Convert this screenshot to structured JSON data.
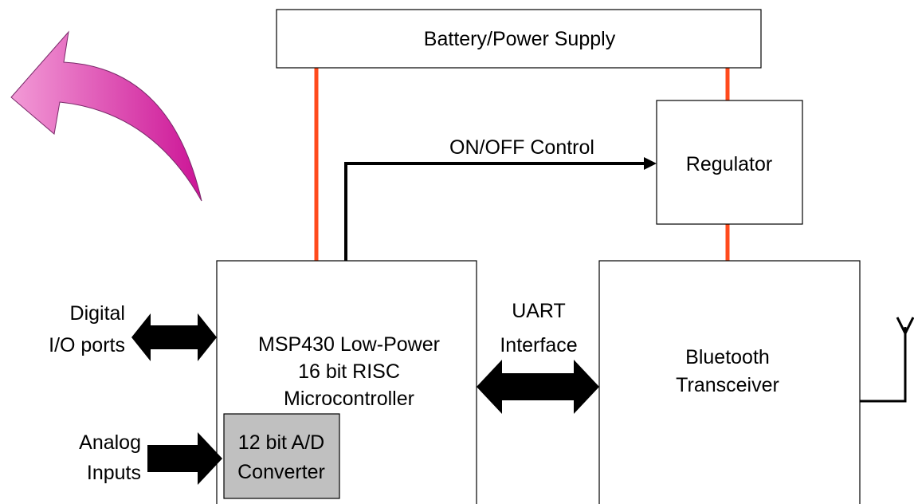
{
  "blocks": {
    "battery": "Battery/Power Supply",
    "regulator": "Regulator",
    "mcu": [
      "MSP430 Low-Power",
      "16 bit RISC",
      "Microcontroller"
    ],
    "adc": [
      "12 bit A/D",
      "Converter"
    ],
    "bluetooth": [
      "Bluetooth",
      "Transceiver"
    ]
  },
  "connections": {
    "on_off_control": "ON/OFF Control",
    "uart": [
      "UART",
      "Interface"
    ],
    "digital_io": [
      "Digital",
      "I/O ports"
    ],
    "analog_inputs": [
      "Analog",
      "Inputs"
    ]
  },
  "colors": {
    "power_line": "#ff4a1c",
    "adc_fill": "#c0c0c0",
    "curved_arrow_light": "#f08ad0",
    "curved_arrow_dark": "#d0189a"
  }
}
